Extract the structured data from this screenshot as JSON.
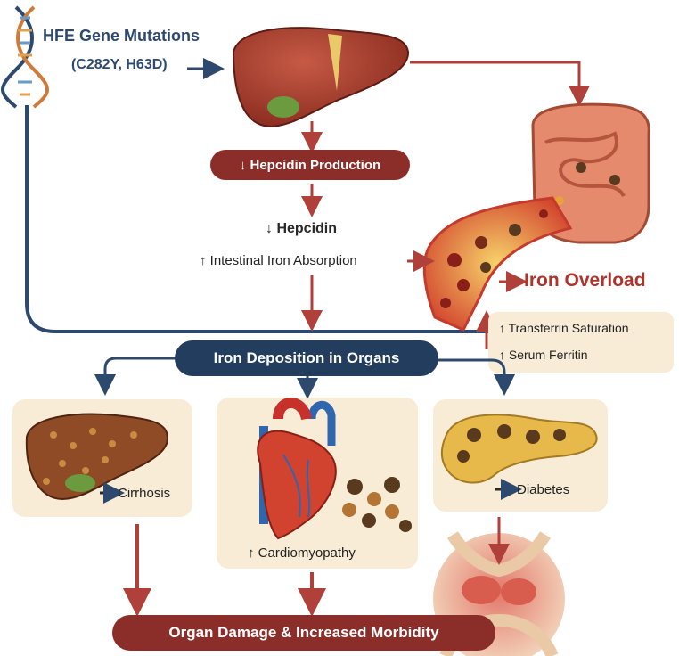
{
  "header": {
    "title": "HFE Gene Mutations",
    "subtitle": "(C282Y, H63D)"
  },
  "steps": {
    "hepcidin_production": "↓ Hepcidin Production",
    "hepcidin": "↓ Hepcidin",
    "iron_absorption": "↑ Intestinal Iron Absorption",
    "iron_overload": "Iron Overload",
    "transferrin": "↑ Transferrin Saturation",
    "ferritin": "↑ Serum Ferritin",
    "deposition": "Iron Deposition in Organs"
  },
  "organs": {
    "cirrhosis": "Cirrhosis",
    "cardiomyopathy": "↑ Cardiomyopathy",
    "diabetes": "Diabetes"
  },
  "outcome": {
    "label": "Organ Damage & Increased Morbidity"
  },
  "colors": {
    "navy": "#2d4a6e",
    "red_arrow": "#b0403a",
    "pill_red": "#8b2e2a",
    "pill_navy": "#233d5e",
    "card": "#f8ecd6",
    "liver": "#a43c2c"
  }
}
